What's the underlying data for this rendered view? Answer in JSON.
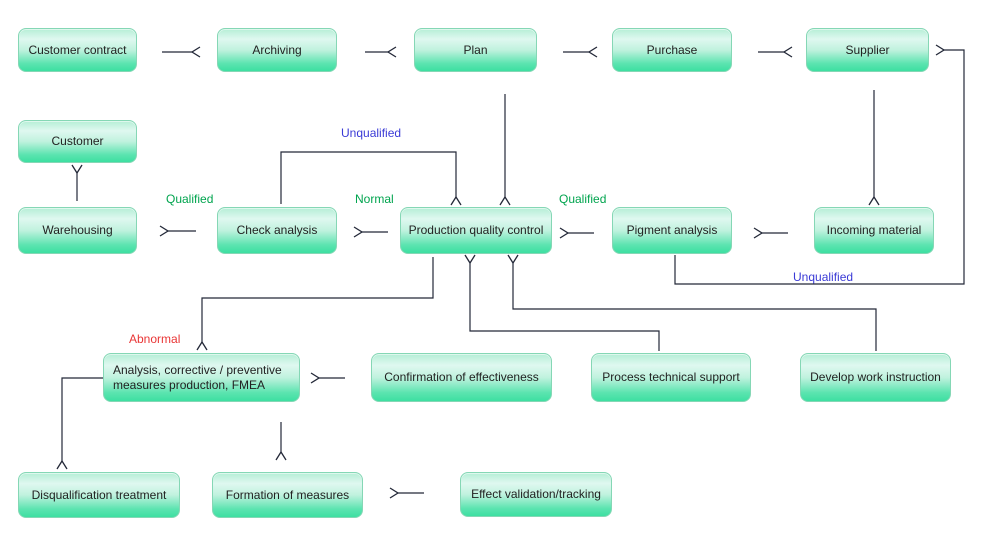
{
  "diagram": {
    "background_color": "#ffffff",
    "connector_color": "#232838",
    "node_style": {
      "border_color": "#85d7b5",
      "fill_top": "#dff8f0",
      "fill_bottom": "#3ddfa1",
      "text_color": "#222222"
    },
    "nodes": {
      "customer_contract": {
        "label": "Customer contract"
      },
      "archiving": {
        "label": "Archiving"
      },
      "plan": {
        "label": "Plan"
      },
      "purchase": {
        "label": "Purchase"
      },
      "supplier": {
        "label": "Supplier"
      },
      "customer": {
        "label": "Customer"
      },
      "warehousing": {
        "label": "Warehousing"
      },
      "check_analysis": {
        "label": "Check analysis"
      },
      "production_quality_control": {
        "label": "Production quality control"
      },
      "pigment_analysis": {
        "label": "Pigment analysis"
      },
      "incoming_material": {
        "label": "Incoming material"
      },
      "analysis_fmea": {
        "label": "Analysis, corrective / preventive measures production, FMEA"
      },
      "confirmation_effectiveness": {
        "label": "Confirmation of effectiveness"
      },
      "process_technical_support": {
        "label": "Process technical support"
      },
      "develop_work_instruction": {
        "label": "Develop work instruction"
      },
      "disqualification_treatment": {
        "label": "Disqualification treatment"
      },
      "formation_of_measures": {
        "label": "Formation of measures"
      },
      "effect_validation_tracking": {
        "label": "Effect validation/tracking"
      }
    },
    "flow_labels": {
      "unqualified_top": {
        "text": "Unqualified",
        "color": "#3a3ad6"
      },
      "qualified_left": {
        "text": "Qualified",
        "color": "#00a44e"
      },
      "normal": {
        "text": "Normal",
        "color": "#00a44e"
      },
      "qualified_right": {
        "text": "Qualified",
        "color": "#00a44e"
      },
      "unqualified_right": {
        "text": "Unqualified",
        "color": "#3a3ad6"
      },
      "abnormal": {
        "text": "Abnormal",
        "color": "#e93636"
      }
    }
  }
}
